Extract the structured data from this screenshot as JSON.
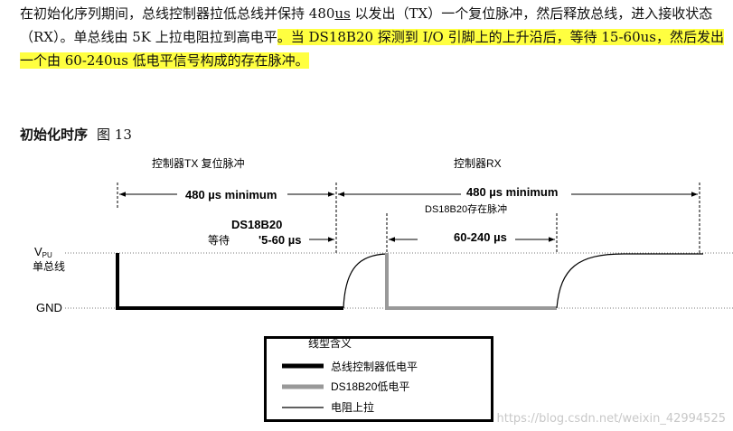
{
  "paragraph": {
    "seg1": "在初始化序列期间，总线控制器拉低总线并保持 480",
    "seg_us": "us",
    "seg2": " 以发出（TX）一个复位脉冲，然后释放总线，进入接收状态（RX）。单总线由 5K 上拉电阻拉到高电平",
    "seg_hl": "。当 DS18B20 探测到 I/O 引脚上的上升沿后，等待 15-60us，然后发出一个由 60-240us 低电平信号构成的存在脉冲。",
    "highlight_color": "#ffff40"
  },
  "figure": {
    "title": "初始化时序",
    "number": "图 13"
  },
  "diagram": {
    "tx_label": "控制器TX 复位脉冲",
    "rx_label": "控制器RX",
    "tx_dim": "480 µs minimum",
    "rx_dim": "480 µs minimum",
    "presence_label": "DS18B20存在脉冲",
    "wait_device": "DS18B20",
    "wait_text": "等待",
    "wait_dim": "'5-60 µs",
    "presence_dim": "60-240 µs",
    "vpu_main": "V",
    "vpu_sub": "PU",
    "bus_label": "单总线",
    "gnd_label": "GND"
  },
  "legend": {
    "title": "线型含义",
    "item1": "总线控制器低电平",
    "item2": "DS18B20低电平",
    "item3": "电阻上拉",
    "colors": {
      "controller": "#000000",
      "device": "#999999",
      "pullup": "#000000"
    }
  },
  "watermark": "https://blog.csdn.net/weixin_42994525"
}
